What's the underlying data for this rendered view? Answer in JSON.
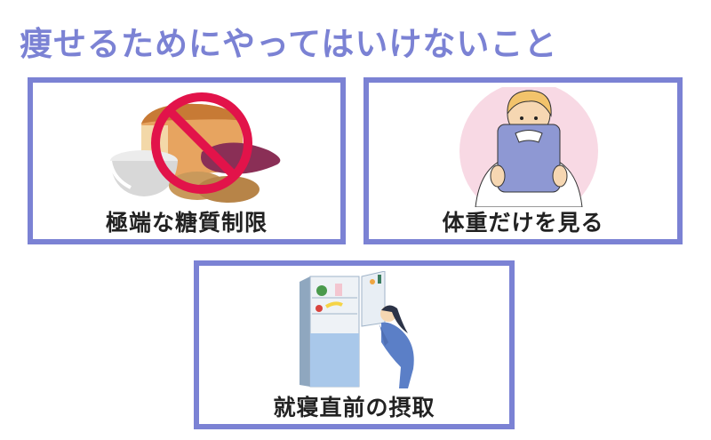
{
  "title": "痩せるためにやってはいけないこと",
  "colors": {
    "accent": "#7b82d4",
    "label_text": "#222222",
    "prohibit_red": "#e2134a",
    "pink_circle": "#f8d9e4",
    "scale_blue": "#8e98d3",
    "pajama_blue": "#5b7fc7",
    "fridge_blue": "#a9c8ea"
  },
  "cards": [
    {
      "label": "極端な糖質制限",
      "icon": "prohibited-carbs-icon"
    },
    {
      "label": "体重だけを見る",
      "icon": "person-holding-scale-icon"
    },
    {
      "label": "就寝直前の摂取",
      "icon": "woman-at-fridge-icon"
    }
  ]
}
